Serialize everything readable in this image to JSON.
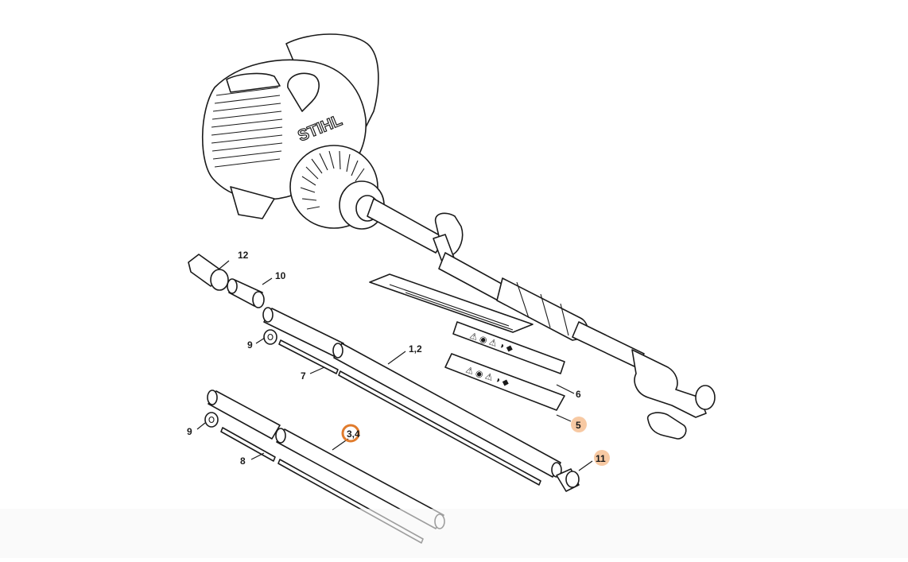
{
  "diagram": {
    "brand": "STIHL",
    "callouts": {
      "p12": "12",
      "p10": "10",
      "p9a": "9",
      "p7": "7",
      "p12b": "1,2",
      "p6": "6",
      "p5": "5",
      "p11": "11",
      "p9b": "9",
      "p34": "3,4",
      "p8": "8"
    },
    "highlighted": [
      "3,4",
      "5",
      "11"
    ],
    "colors": {
      "highlight_ring": "#e07b2c",
      "highlight_fill": "#f7c9a3",
      "line": "#1a1a1a"
    }
  }
}
